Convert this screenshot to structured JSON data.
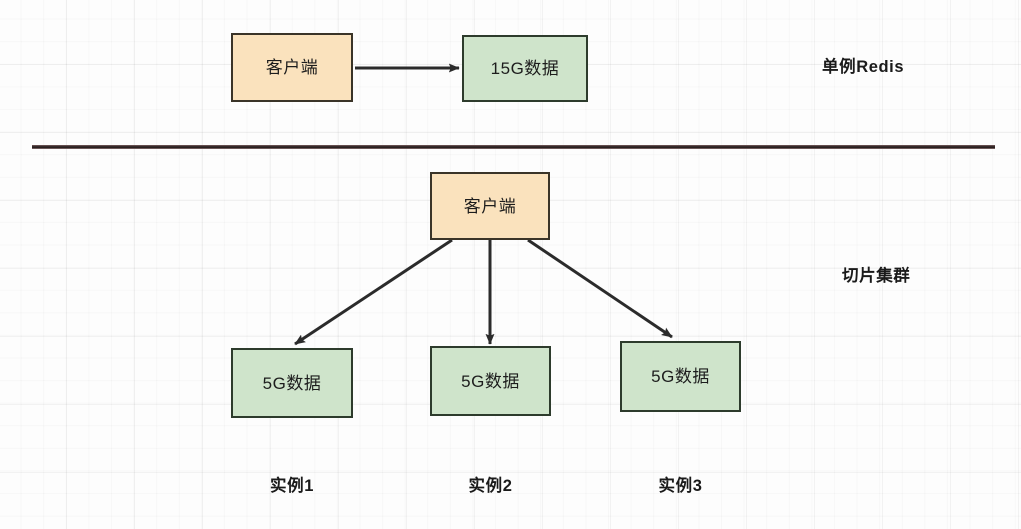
{
  "diagram": {
    "title_absent": true,
    "sections": [
      {
        "name": "single-instance",
        "side_label": "单例Redis",
        "nodes": [
          {
            "id": "client-top",
            "label": "客户端",
            "kind": "client"
          },
          {
            "id": "data-15g",
            "label": "15G数据",
            "kind": "data"
          }
        ],
        "edges": [
          {
            "from": "client-top",
            "to": "data-15g",
            "style": "arrow"
          }
        ]
      },
      {
        "name": "sharded-cluster",
        "side_label": "切片集群",
        "nodes": [
          {
            "id": "client-bottom",
            "label": "客户端",
            "kind": "client"
          },
          {
            "id": "shard-1",
            "label": "5G数据",
            "kind": "data"
          },
          {
            "id": "shard-2",
            "label": "5G数据",
            "kind": "data"
          },
          {
            "id": "shard-3",
            "label": "5G数据",
            "kind": "data"
          }
        ],
        "edges": [
          {
            "from": "client-bottom",
            "to": "shard-1",
            "style": "arrow"
          },
          {
            "from": "client-bottom",
            "to": "shard-2",
            "style": "arrow"
          },
          {
            "from": "client-bottom",
            "to": "shard-3",
            "style": "arrow"
          }
        ],
        "instance_labels": [
          "实例1",
          "实例2",
          "实例3"
        ]
      }
    ],
    "colors": {
      "client_fill": "#fae2bd",
      "client_stroke": "#3a3428",
      "data_fill": "#cfe4cb",
      "data_stroke": "#2d3b2c",
      "arrow_stroke": "#2b2b2b",
      "divider": "#2a2020",
      "text": "#1a1a1a",
      "grid": "#e8e8e8",
      "background": "#fdfdfd"
    }
  }
}
